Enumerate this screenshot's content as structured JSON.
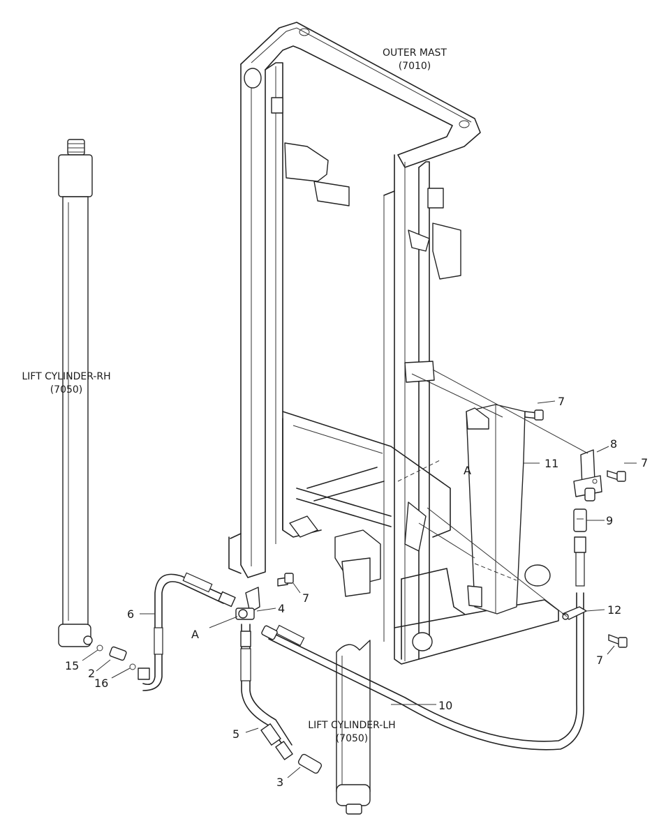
{
  "labels": {
    "outer_mast": "OUTER MAST",
    "outer_mast_code": "(7010)",
    "lift_cyl_rh": "LIFT CYLINDER-RH",
    "lift_cyl_rh_code": "(7050)",
    "lift_cyl_lh": "LIFT CYLINDER-LH",
    "lift_cyl_lh_code": "(7050)",
    "view_a1": "A",
    "view_a2": "A"
  },
  "callouts": {
    "c2": "2",
    "c3": "3",
    "c4": "4",
    "c5": "5",
    "c6": "6",
    "c7a": "7",
    "c7b": "7",
    "c7c": "7",
    "c7d": "7",
    "c8": "8",
    "c9": "9",
    "c10": "10",
    "c11": "11",
    "c12": "12",
    "c15": "15",
    "c16": "16"
  }
}
